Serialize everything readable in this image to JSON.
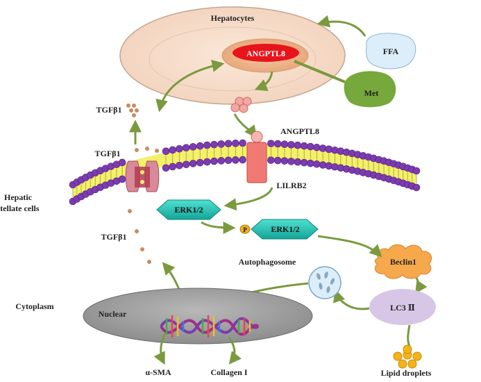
{
  "labels": {
    "hepatocytes": "Hepatocytes",
    "angptl8_hepatocyte": "ANGPTL8",
    "ffa": "FFA",
    "met": "Met",
    "tgfb1_top": "TGFβ1",
    "tgfb1_membrane": "TGFβ1",
    "tgfb1_lower": "TGFβ1",
    "angptl8_ligand": "ANGPTL8",
    "lilrb2": "LILRB2",
    "hepatic_stellate_cells_line1": "Hepatic",
    "hepatic_stellate_cells_line2": "stellate cells",
    "erk_top": "ERK1/2",
    "erk_phospho": "ERK1/2",
    "phospho": "P",
    "autophagosome": "Autophagosome",
    "beclin1": "Beclin1",
    "lc3": "LC3 Ⅱ",
    "cytoplasm": "Cytoplasm",
    "nuclear": "Nuclear",
    "alpha_sma": "α-SMA",
    "collagen": "Collagen I",
    "lipid_droplets": "Lipid droplets"
  },
  "colors": {
    "arrow": "#7a9a3e",
    "angptl8_pill": "#e8141b",
    "ffa_bubble": "#dbeef9",
    "met_circle": "#77a83b",
    "erk_hex": "#1fc6b8",
    "membrane_head": "#7c3bb0",
    "membrane_tail": "#f4f06a",
    "lilrb2_receptor": "#f07a73",
    "tgfb_dot": "#c98c63",
    "beclin_cloud": "#f5a84c",
    "lc3_ellipse": "#d8c6e6",
    "nucleus": "#a3a3a3",
    "lipid": "#f4b418"
  }
}
